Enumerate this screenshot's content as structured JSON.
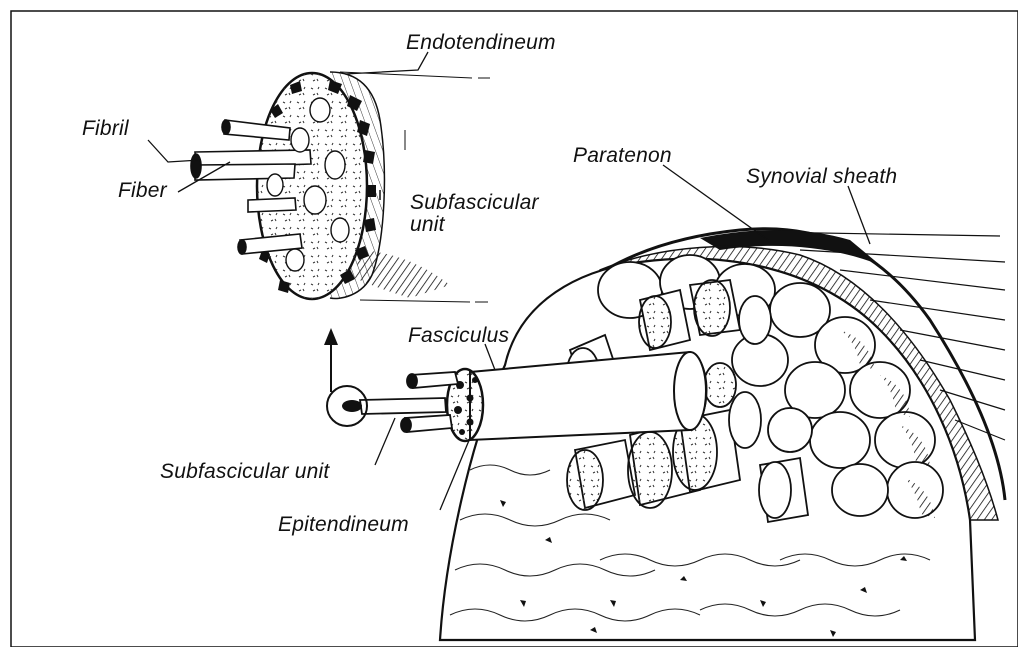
{
  "labels": {
    "endotendineum": "Endotendineum",
    "fibril": "Fibril",
    "fiber": "Fiber",
    "subfascicular_unit_top": "Subfascicular unit",
    "paratenon": "Paratenon",
    "synovial_sheath": "Synovial sheath",
    "fasciculus": "Fasciculus",
    "subfascicular_unit_bottom": "Subfascicular unit",
    "epitendineum": "Epitendineum"
  }
}
